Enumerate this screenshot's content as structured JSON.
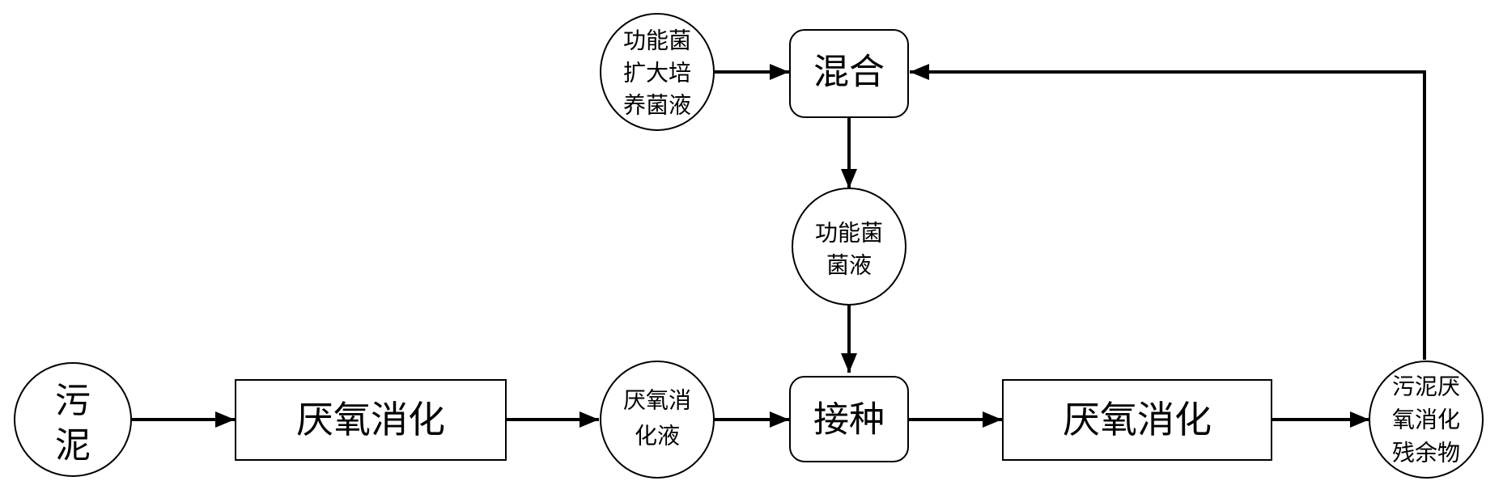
{
  "nodes": {
    "sludge": {
      "lines": [
        "污",
        "泥"
      ]
    },
    "anaerobic_digestion_1": {
      "label": "厌氧消化"
    },
    "digestate_liquid": {
      "lines": [
        "厌氧消",
        "化液"
      ]
    },
    "inoculation": {
      "label": "接种"
    },
    "anaerobic_digestion_2": {
      "label": "厌氧消化"
    },
    "digestion_residue": {
      "lines": [
        "污泥厌",
        "氧消化",
        "残余物"
      ]
    },
    "expanded_culture": {
      "lines": [
        "功能菌",
        "扩大培",
        "养菌液"
      ]
    },
    "mixing": {
      "label": "混合"
    },
    "functional_bacteria_liquid": {
      "lines": [
        "功能菌",
        "菌液"
      ]
    }
  },
  "colors": {
    "stroke": "#000000",
    "fill": "#ffffff"
  }
}
